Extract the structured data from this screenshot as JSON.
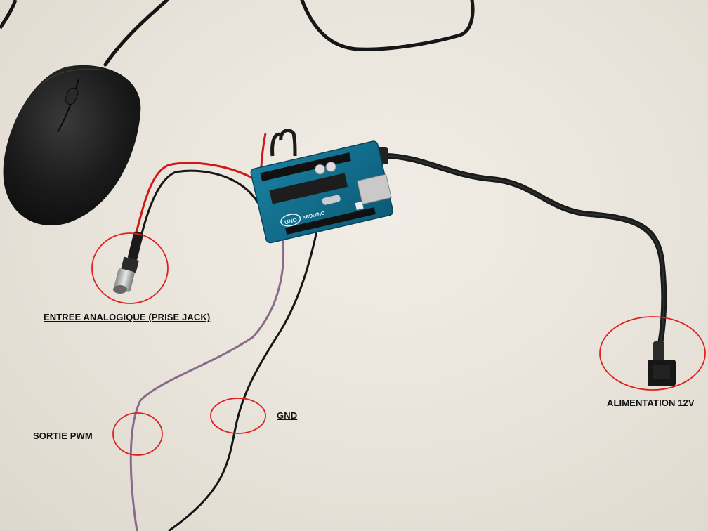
{
  "annotations": {
    "analog_input": "ENTREE ANALOGIQUE (PRISE JACK)",
    "pwm_output": "SORTIE PWM",
    "ground": "GND",
    "power_supply": "ALIMENTATION 12V"
  },
  "board": {
    "brand": "ARDUINO",
    "model": "UNO"
  },
  "colors": {
    "highlight_circle": "#e02020",
    "board": "#0f6f8f",
    "cable_black": "#1c1c1c",
    "wire_red": "#d01818",
    "wire_purple": "#8a6a8a",
    "mouse": "#1a1a1a"
  }
}
